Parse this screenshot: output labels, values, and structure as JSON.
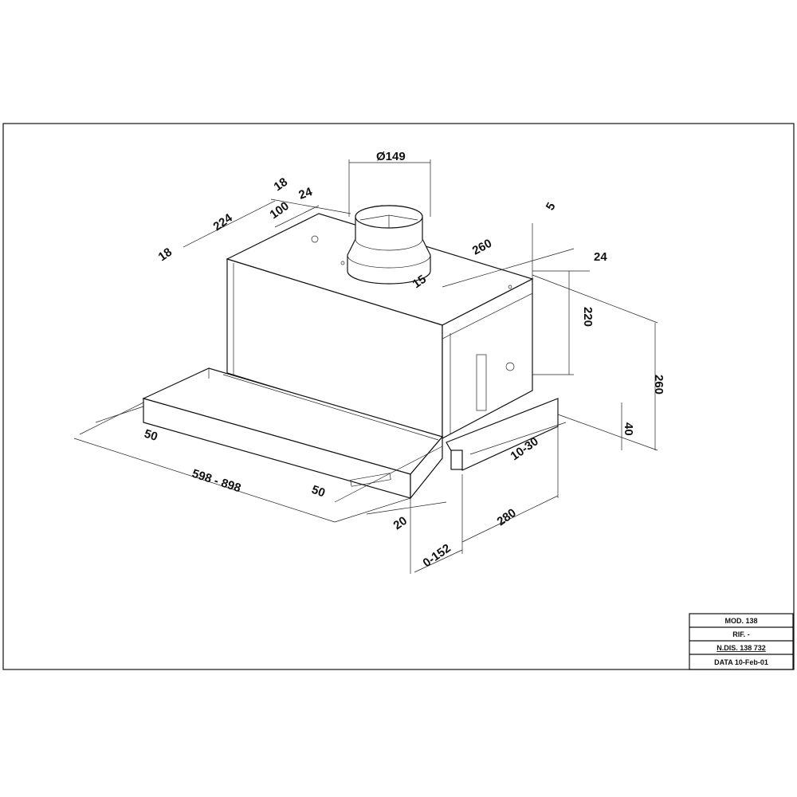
{
  "dimensions": {
    "duct_diameter": "Ø149",
    "top_18a": "18",
    "top_24": "24",
    "top_100": "100",
    "top_224": "224",
    "top_18b": "18",
    "right_5": "5",
    "depth_260": "260",
    "offset_15": "15",
    "right_24": "24",
    "height_220": "220",
    "height_260": "260",
    "height_40": "40",
    "range_10_30": "10-30",
    "depth_280": "280",
    "travel_0_152": "0-152",
    "front_20": "20",
    "front_50": "50",
    "width_598_898": "598 - 898",
    "left_50": "50"
  },
  "title_block": {
    "model": "MOD. 138",
    "ref": "RIF. -",
    "drawing_no": "N.DIS. 138 732",
    "date": "DATA 10-Feb-01"
  }
}
